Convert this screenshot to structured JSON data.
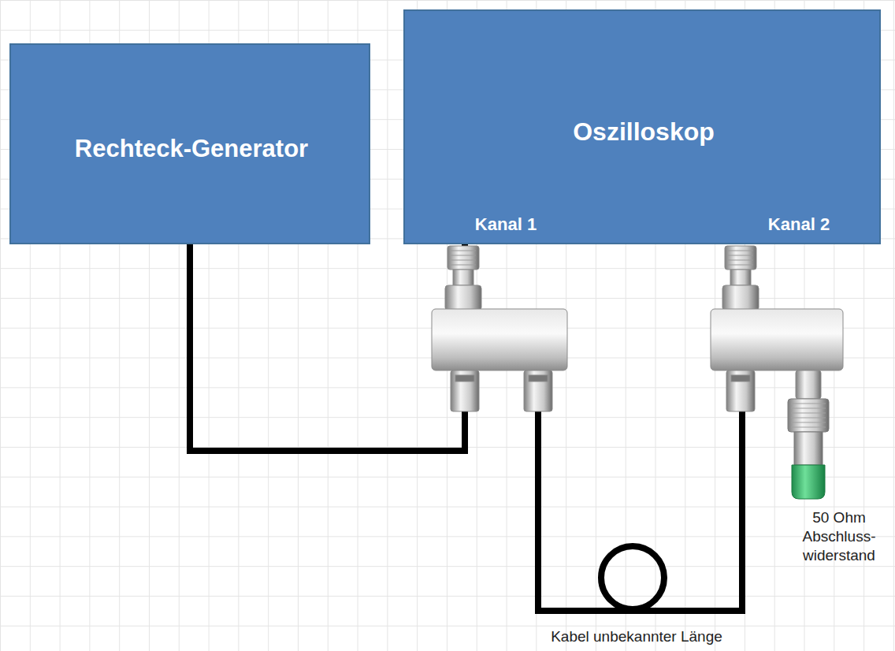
{
  "diagram": {
    "nodes": [
      {
        "text": [
          "Rechteck-Generator"
        ]
      },
      {
        "text": [
          "Oszilloskop",
          "Kanal 1",
          "Kanal 2"
        ]
      }
    ],
    "edges": [
      {
        "from": 0,
        "to": 1,
        "arrow": "none"
      }
    ],
    "labels": [
      "50 Ohm Abschluss- widerstand",
      "Kabel unbekannter Länge"
    ]
  }
}
